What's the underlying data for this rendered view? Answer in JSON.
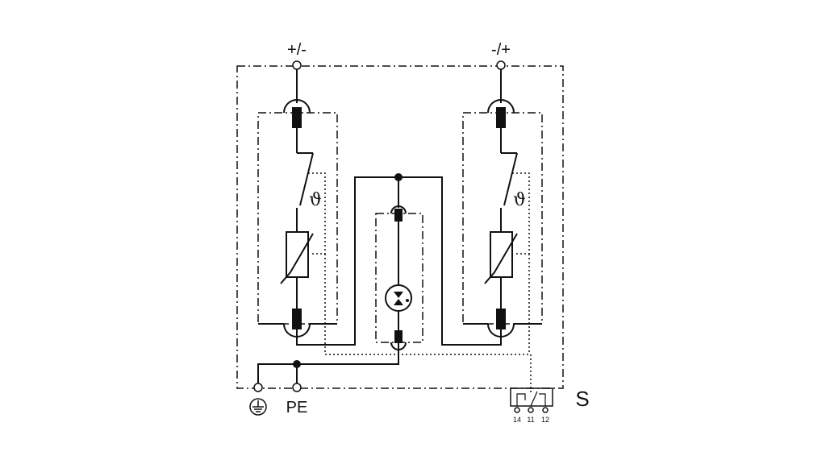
{
  "terminals": {
    "left_top": "+/-",
    "right_top": "-/+",
    "pe": "PE"
  },
  "remote_contact": {
    "label": "S",
    "pins": [
      "14",
      "11",
      "12"
    ]
  },
  "thermal_symbol": "ϑ",
  "colors": {
    "line": "#111111",
    "background": "#ffffff"
  },
  "icons": {
    "earth": "earth-ground-icon",
    "gas_tube": "gas-discharge-tube-icon",
    "varistor": "varistor-icon"
  }
}
